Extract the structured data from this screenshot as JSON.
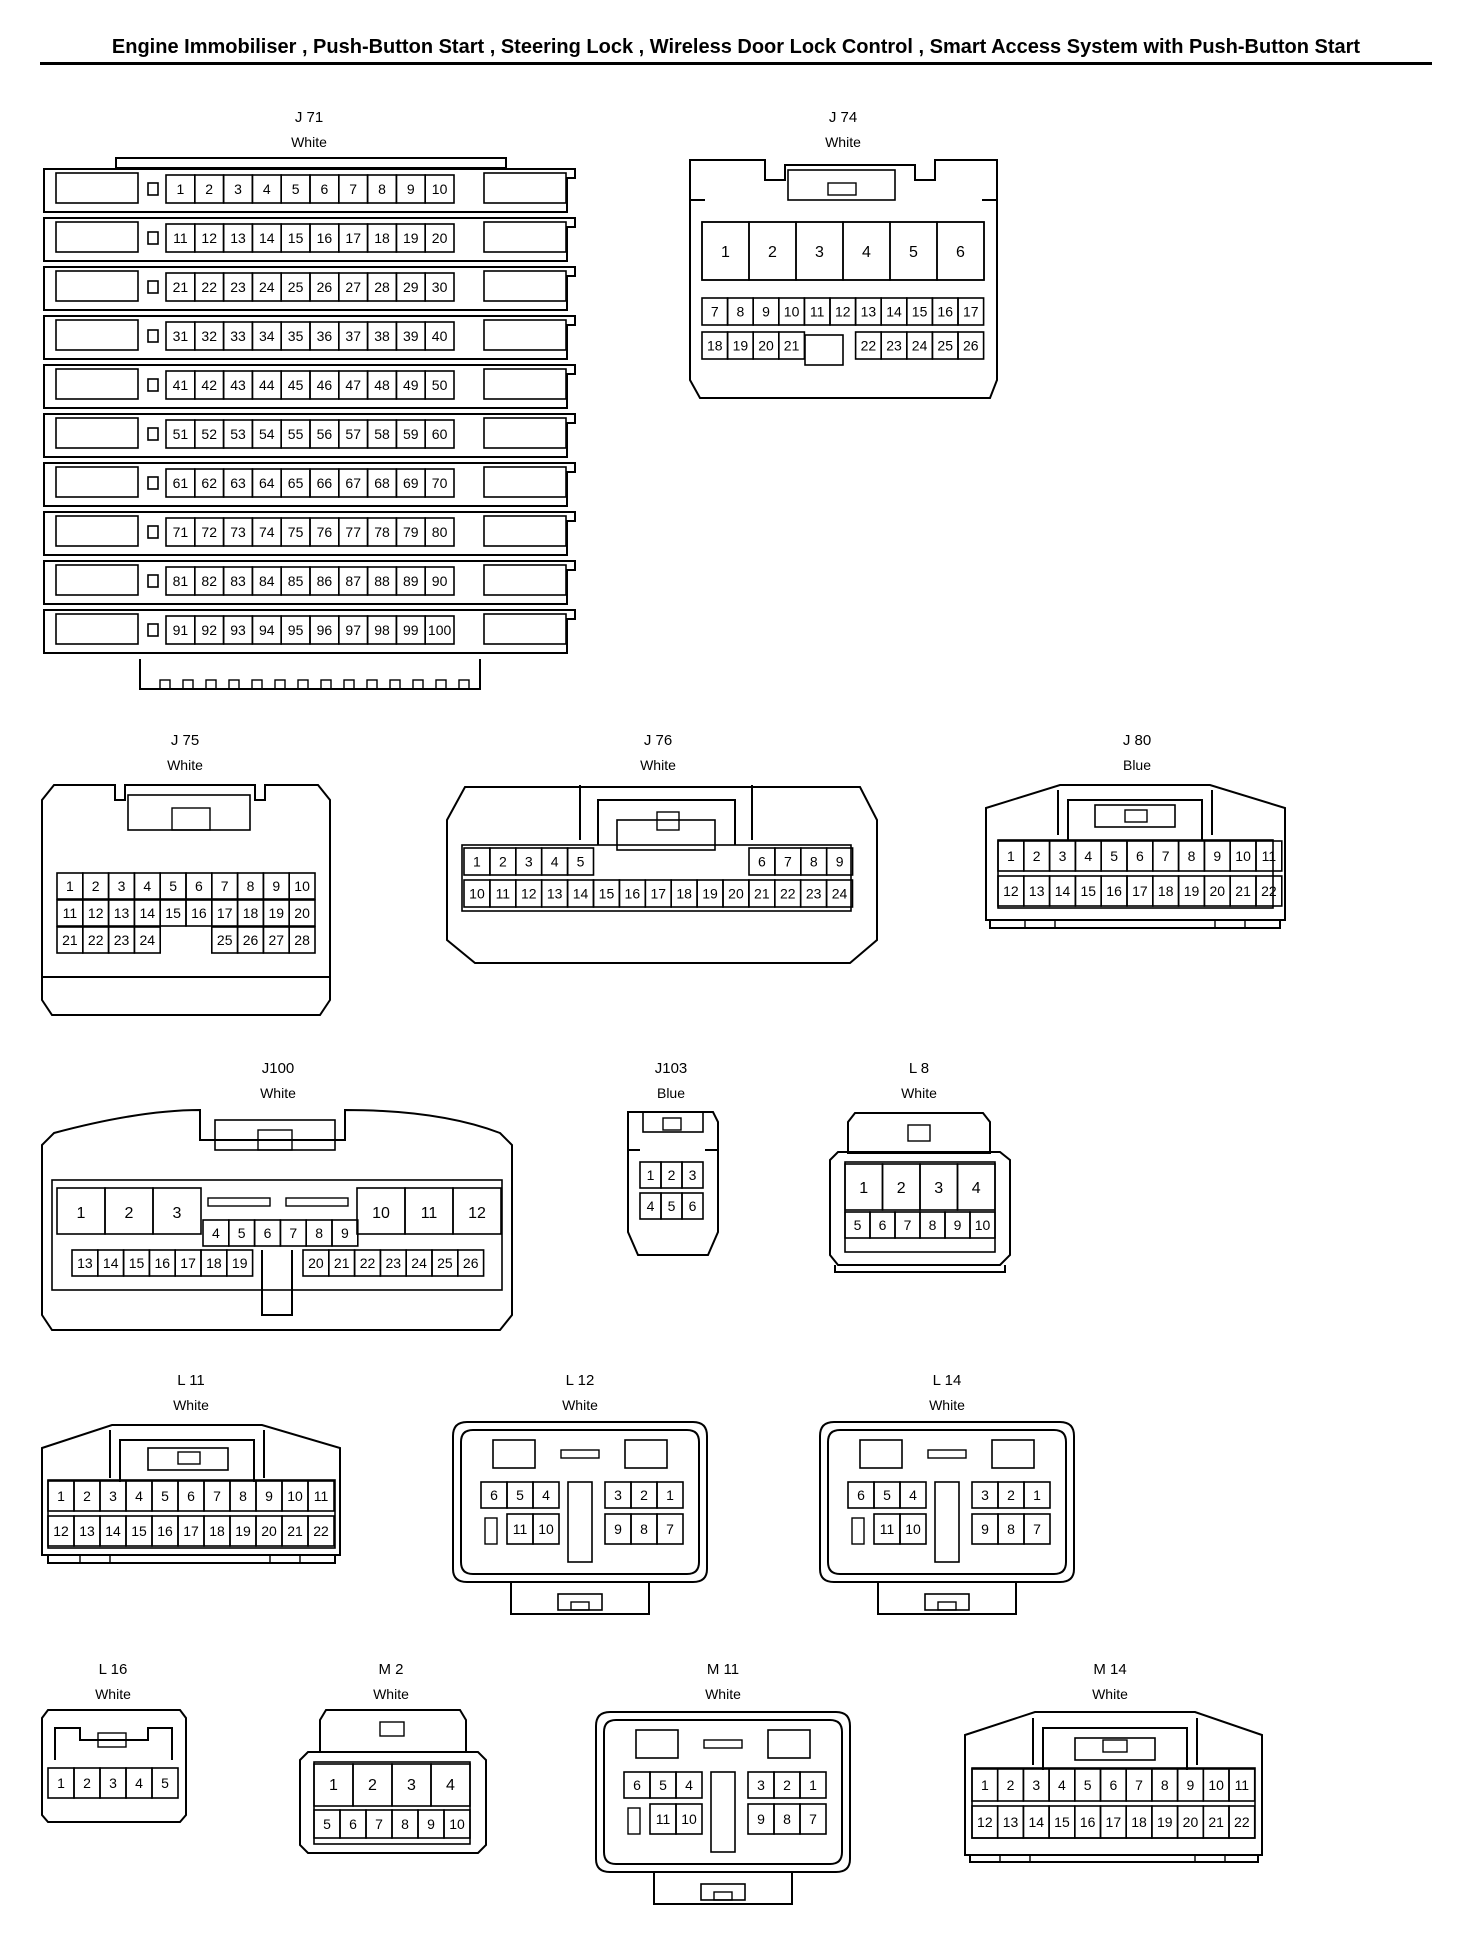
{
  "page": {
    "title": "Engine Immobiliser , Push-Button Start , Steering Lock , Wireless Door Lock Control , Smart Access System with Push-Button Start"
  },
  "connectors": [
    {
      "id": "J 71",
      "color": "White"
    },
    {
      "id": "J 74",
      "color": "White"
    },
    {
      "id": "J 75",
      "color": "White"
    },
    {
      "id": "J 76",
      "color": "White"
    },
    {
      "id": "J 80",
      "color": "Blue"
    },
    {
      "id": "J100",
      "color": "White"
    },
    {
      "id": "J103",
      "color": "Blue"
    },
    {
      "id": "L 8",
      "color": "White"
    },
    {
      "id": "L 11",
      "color": "White"
    },
    {
      "id": "L 12",
      "color": "White"
    },
    {
      "id": "L 14",
      "color": "White"
    },
    {
      "id": "L 16",
      "color": "White"
    },
    {
      "id": "M 2",
      "color": "White"
    },
    {
      "id": "M 11",
      "color": "White"
    },
    {
      "id": "M 14",
      "color": "White"
    }
  ]
}
